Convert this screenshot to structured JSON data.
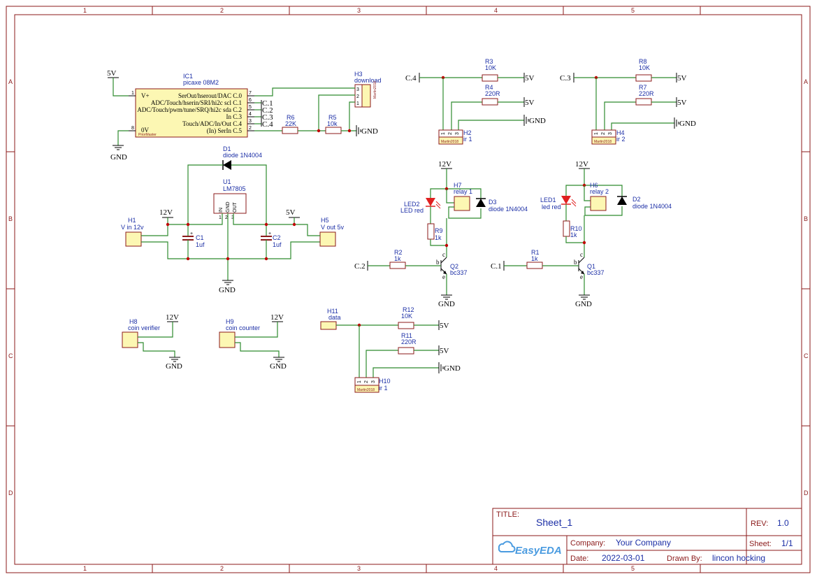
{
  "zones": {
    "cols": [
      "1",
      "2",
      "3",
      "4",
      "5"
    ],
    "rows": [
      "A",
      "B",
      "C",
      "D"
    ]
  },
  "components": {
    "ic1": {
      "ref": "IC1",
      "value": "picaxe 08M2",
      "vplus": "V+",
      "zero_v": "0V",
      "brand": "PriorMaster",
      "pins_right": [
        "SerOut/hserout/DAC C.0",
        "ADC/Touch/hserin/SRI/hi2c scl C.1",
        "ADC/Touch/pwm/tune/SRQ/hi2c sda C.2",
        "In C.3",
        "Touch/ADC/In/Out C.4",
        "(In) SerIn C.5"
      ],
      "pin_numbers_right": [
        "7",
        "6",
        "5",
        "4",
        "3",
        "2"
      ],
      "pin_numbers_left": [
        "1",
        "8"
      ],
      "net_labels": [
        "C.1",
        "C.2",
        "C.3",
        "C.4"
      ]
    },
    "h3": {
      "ref": "H3",
      "value": "download",
      "pins": [
        "3",
        "2",
        "1"
      ],
      "brand": "Martin2018"
    },
    "r6": {
      "ref": "R6",
      "value": "22K"
    },
    "r5": {
      "ref": "R5",
      "value": "10k"
    },
    "r3": {
      "ref": "R3",
      "value": "10K"
    },
    "r4": {
      "ref": "R4",
      "value": "220R"
    },
    "h2": {
      "ref": "H2",
      "value": "ir 1",
      "pins": [
        "1",
        "2",
        "3"
      ],
      "brand": "Martin2018"
    },
    "r8": {
      "ref": "R8",
      "value": "10K"
    },
    "r7": {
      "ref": "R7",
      "value": "220R"
    },
    "h4": {
      "ref": "H4",
      "value": "ir 2",
      "pins": [
        "1",
        "2",
        "3"
      ],
      "brand": "Martin2018"
    },
    "d1": {
      "ref": "D1",
      "value": "diode 1N4004"
    },
    "u1": {
      "ref": "U1",
      "value": "LM7805",
      "pin_in": "IN",
      "pin_gnd": "GND",
      "pin_out": "OUT",
      "pin_nums": [
        "1",
        "2",
        "3"
      ]
    },
    "h1": {
      "ref": "H1",
      "value": "V in 12v"
    },
    "c1": {
      "ref": "C1",
      "value": "1uf"
    },
    "c2": {
      "ref": "C2",
      "value": "1uf"
    },
    "h5": {
      "ref": "H5",
      "value": "V out 5v"
    },
    "led2": {
      "ref": "LED2",
      "value": "LED red"
    },
    "h7": {
      "ref": "H7",
      "value": "relay 1"
    },
    "d3": {
      "ref": "D3",
      "value": "diode 1N4004"
    },
    "r9": {
      "ref": "R9",
      "value": "1k"
    },
    "r2": {
      "ref": "R2",
      "value": "1k"
    },
    "q2": {
      "ref": "Q2",
      "value": "bc337",
      "b": "b",
      "c": "c",
      "e": "e"
    },
    "led1": {
      "ref": "LED1",
      "value": "led red"
    },
    "h6": {
      "ref": "H6",
      "value": "relay 2"
    },
    "d2": {
      "ref": "D2",
      "value": "diode 1N4004"
    },
    "r10": {
      "ref": "R10",
      "value": "1k"
    },
    "r1": {
      "ref": "R1",
      "value": "1k"
    },
    "q1": {
      "ref": "Q1",
      "value": "bc337",
      "b": "b",
      "c": "c",
      "e": "e"
    },
    "h8": {
      "ref": "H8",
      "value": "coin verifier"
    },
    "h9": {
      "ref": "H9",
      "value": "coin counter"
    },
    "h11": {
      "ref": "H11",
      "value": "data"
    },
    "r12": {
      "ref": "R12",
      "value": "10K"
    },
    "r11": {
      "ref": "R11",
      "value": "220R"
    },
    "h10": {
      "ref": "H10",
      "value": "ir 1",
      "pins": [
        "1",
        "2",
        "3"
      ],
      "brand": "Martin2018"
    }
  },
  "nets": {
    "v5": "5V",
    "v12": "12V",
    "gnd": "GND",
    "c4": "C.4",
    "c3": "C.3",
    "c2": "C.2",
    "c1": "C.1"
  },
  "title_block": {
    "title_label": "TITLE:",
    "title": "Sheet_1",
    "rev_label": "REV:",
    "rev": "1.0",
    "company_label": "Company:",
    "company": "Your Company",
    "sheet_label": "Sheet:",
    "sheet": "1/1",
    "date_label": "Date:",
    "date": "2022-03-01",
    "drawn_label": "Drawn By:",
    "drawn_by": "lincon hocking",
    "logo_text": "EasyEDA"
  },
  "colors": {
    "frame": "#8b1a1a",
    "wire": "#2e8b2e",
    "label": "#1c2fa6",
    "junction": "#c00000",
    "ic_fill": "#fcf7b3"
  }
}
